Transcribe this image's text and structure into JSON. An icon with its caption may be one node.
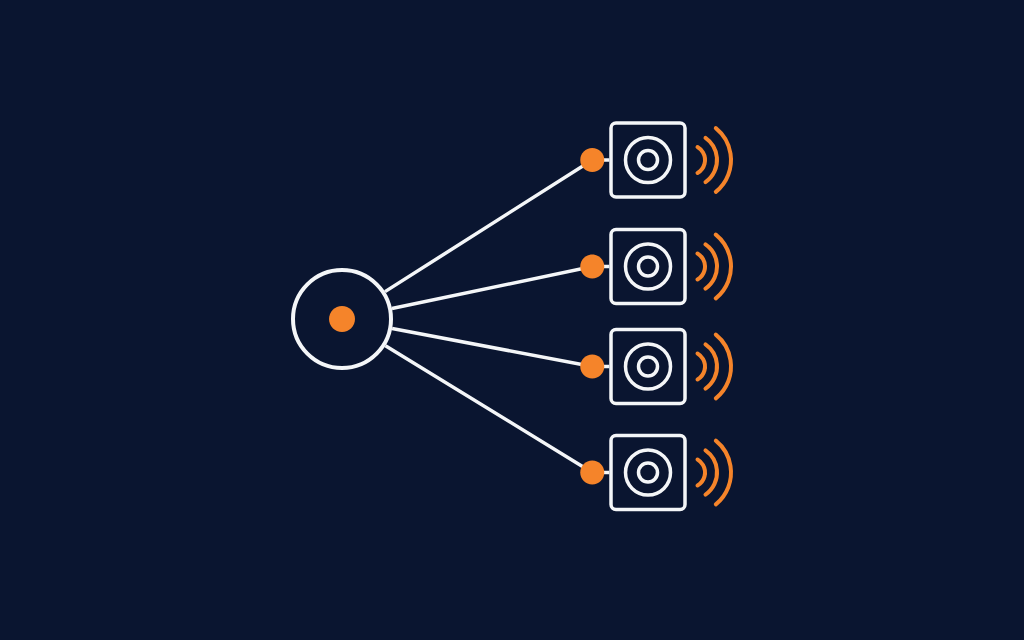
{
  "diagram": {
    "nodes": [
      {
        "text": [],
        "shape": "circle"
      },
      {
        "text": [],
        "shape": "box"
      },
      {
        "text": [],
        "shape": "box"
      },
      {
        "text": [],
        "shape": "box"
      },
      {
        "text": [],
        "shape": "box"
      }
    ],
    "edges": [
      {
        "from": 0,
        "to": 1,
        "arrow": "other"
      },
      {
        "from": 0,
        "to": 2,
        "arrow": "other"
      },
      {
        "from": 0,
        "to": 3,
        "arrow": "other"
      },
      {
        "from": 0,
        "to": 4,
        "arrow": "other"
      }
    ]
  }
}
